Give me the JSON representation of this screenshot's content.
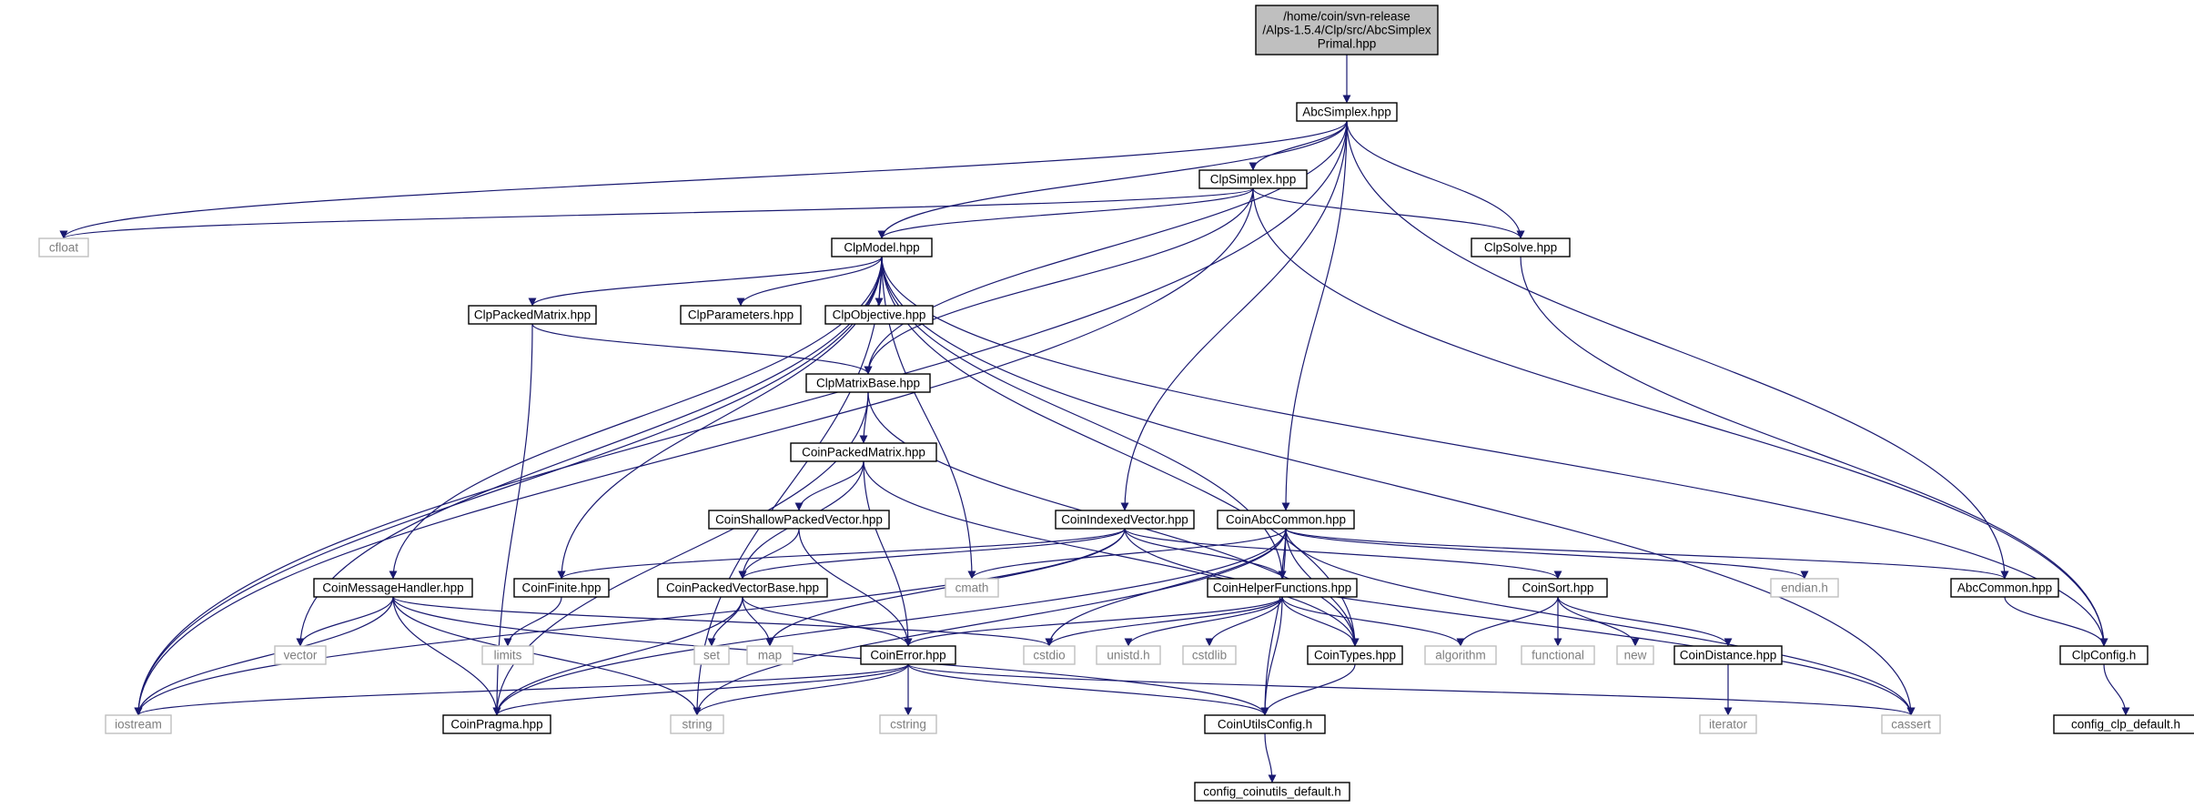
{
  "colors": {
    "edge": "#191970",
    "project_border": "#000000",
    "system_border": "#bfbfbf",
    "system_text": "#7f7f7f",
    "root_fill": "#bfbfbf"
  },
  "nodes": [
    {
      "id": "root",
      "lines": [
        "/home/coin/svn-release",
        "/Alps-1.5.4/Clp/src/AbcSimplex",
        "Primal.hpp"
      ],
      "kind": "root"
    },
    {
      "id": "abcsimplex",
      "lines": [
        "AbcSimplex.hpp"
      ],
      "kind": "project"
    },
    {
      "id": "clpsimplex",
      "lines": [
        "ClpSimplex.hpp"
      ],
      "kind": "project"
    },
    {
      "id": "cfloat",
      "lines": [
        "cfloat"
      ],
      "kind": "system"
    },
    {
      "id": "clpsolve",
      "lines": [
        "ClpSolve.hpp"
      ],
      "kind": "project"
    },
    {
      "id": "clpmodel",
      "lines": [
        "ClpModel.hpp"
      ],
      "kind": "project"
    },
    {
      "id": "clppackedmatrix",
      "lines": [
        "ClpPackedMatrix.hpp"
      ],
      "kind": "project"
    },
    {
      "id": "clpparameters",
      "lines": [
        "ClpParameters.hpp"
      ],
      "kind": "project"
    },
    {
      "id": "clpobjective",
      "lines": [
        "ClpObjective.hpp"
      ],
      "kind": "project"
    },
    {
      "id": "clpmatrixbase",
      "lines": [
        "ClpMatrixBase.hpp"
      ],
      "kind": "project"
    },
    {
      "id": "coinpackedmatrix",
      "lines": [
        "CoinPackedMatrix.hpp"
      ],
      "kind": "project"
    },
    {
      "id": "coinshallow",
      "lines": [
        "CoinShallowPackedVector.hpp"
      ],
      "kind": "project"
    },
    {
      "id": "coinindexedvector",
      "lines": [
        "CoinIndexedVector.hpp"
      ],
      "kind": "project"
    },
    {
      "id": "coinabccommon",
      "lines": [
        "CoinAbcCommon.hpp"
      ],
      "kind": "project"
    },
    {
      "id": "coinmessagehandler",
      "lines": [
        "CoinMessageHandler.hpp"
      ],
      "kind": "project"
    },
    {
      "id": "coinfinite",
      "lines": [
        "CoinFinite.hpp"
      ],
      "kind": "project"
    },
    {
      "id": "coinpackedvectorbase",
      "lines": [
        "CoinPackedVectorBase.hpp"
      ],
      "kind": "project"
    },
    {
      "id": "cmath",
      "lines": [
        "cmath"
      ],
      "kind": "system"
    },
    {
      "id": "coinhelper",
      "lines": [
        "CoinHelperFunctions.hpp"
      ],
      "kind": "project"
    },
    {
      "id": "coinsort",
      "lines": [
        "CoinSort.hpp"
      ],
      "kind": "project"
    },
    {
      "id": "endian",
      "lines": [
        "endian.h"
      ],
      "kind": "system"
    },
    {
      "id": "abccommon",
      "lines": [
        "AbcCommon.hpp"
      ],
      "kind": "project"
    },
    {
      "id": "limits",
      "lines": [
        "limits"
      ],
      "kind": "system"
    },
    {
      "id": "vector",
      "lines": [
        "vector"
      ],
      "kind": "system"
    },
    {
      "id": "set",
      "lines": [
        "set"
      ],
      "kind": "system"
    },
    {
      "id": "map",
      "lines": [
        "map"
      ],
      "kind": "system"
    },
    {
      "id": "coinerror",
      "lines": [
        "CoinError.hpp"
      ],
      "kind": "project"
    },
    {
      "id": "cstdio",
      "lines": [
        "cstdio"
      ],
      "kind": "system"
    },
    {
      "id": "unistd",
      "lines": [
        "unistd.h"
      ],
      "kind": "system"
    },
    {
      "id": "cstdlib",
      "lines": [
        "cstdlib"
      ],
      "kind": "system"
    },
    {
      "id": "cointypes",
      "lines": [
        "CoinTypes.hpp"
      ],
      "kind": "project"
    },
    {
      "id": "algorithm",
      "lines": [
        "algorithm"
      ],
      "kind": "system"
    },
    {
      "id": "functional",
      "lines": [
        "functional"
      ],
      "kind": "system"
    },
    {
      "id": "new",
      "lines": [
        "new"
      ],
      "kind": "system"
    },
    {
      "id": "coindistance",
      "lines": [
        "CoinDistance.hpp"
      ],
      "kind": "project"
    },
    {
      "id": "clpconfig",
      "lines": [
        "ClpConfig.h"
      ],
      "kind": "project"
    },
    {
      "id": "iostream",
      "lines": [
        "iostream"
      ],
      "kind": "system"
    },
    {
      "id": "coinpragma",
      "lines": [
        "CoinPragma.hpp"
      ],
      "kind": "project"
    },
    {
      "id": "string",
      "lines": [
        "string"
      ],
      "kind": "system"
    },
    {
      "id": "cstring",
      "lines": [
        "cstring"
      ],
      "kind": "system"
    },
    {
      "id": "coinutilsconfig",
      "lines": [
        "CoinUtilsConfig.h"
      ],
      "kind": "project"
    },
    {
      "id": "cassert",
      "lines": [
        "cassert"
      ],
      "kind": "system"
    },
    {
      "id": "iterator",
      "lines": [
        "iterator"
      ],
      "kind": "system"
    },
    {
      "id": "configclp",
      "lines": [
        "config_clp_default.h"
      ],
      "kind": "project"
    },
    {
      "id": "configcoinutils",
      "lines": [
        "config_coinutils_default.h"
      ],
      "kind": "project"
    }
  ],
  "edges": [
    [
      "root",
      "abcsimplex"
    ],
    [
      "abcsimplex",
      "clpsimplex"
    ],
    [
      "abcsimplex",
      "cfloat"
    ],
    [
      "abcsimplex",
      "clpsolve"
    ],
    [
      "abcsimplex",
      "clpmodel"
    ],
    [
      "abcsimplex",
      "clpmatrixbase"
    ],
    [
      "abcsimplex",
      "coinindexedvector"
    ],
    [
      "abcsimplex",
      "coinabccommon"
    ],
    [
      "abcsimplex",
      "abccommon"
    ],
    [
      "abcsimplex",
      "iostream"
    ],
    [
      "clpsimplex",
      "cfloat"
    ],
    [
      "clpsimplex",
      "clpsolve"
    ],
    [
      "clpsimplex",
      "clpmodel"
    ],
    [
      "clpsimplex",
      "clpmatrixbase"
    ],
    [
      "clpsimplex",
      "clpconfig"
    ],
    [
      "clpsimplex",
      "iostream"
    ],
    [
      "clpsolve",
      "clpconfig"
    ],
    [
      "clpmodel",
      "clppackedmatrix"
    ],
    [
      "clpmodel",
      "clpparameters"
    ],
    [
      "clpmodel",
      "clpobjective"
    ],
    [
      "clpmodel",
      "coinmessagehandler"
    ],
    [
      "clpmodel",
      "coinfinite"
    ],
    [
      "clpmodel",
      "cmath"
    ],
    [
      "clpmodel",
      "coinhelper"
    ],
    [
      "clpmodel",
      "cointypes"
    ],
    [
      "clpmodel",
      "vector"
    ],
    [
      "clpmodel",
      "iostream"
    ],
    [
      "clpmodel",
      "string"
    ],
    [
      "clpmodel",
      "cassert"
    ],
    [
      "clpmodel",
      "clpconfig"
    ],
    [
      "clppackedmatrix",
      "clpmatrixbase"
    ],
    [
      "clppackedmatrix",
      "coinpragma"
    ],
    [
      "clpmatrixbase",
      "coinpackedmatrix"
    ],
    [
      "clpmatrixbase",
      "cointypes"
    ],
    [
      "clpmatrixbase",
      "coinpragma"
    ],
    [
      "coinpackedmatrix",
      "coinshallow"
    ],
    [
      "coinpackedmatrix",
      "coinpackedvectorbase"
    ],
    [
      "coinpackedmatrix",
      "coinerror"
    ],
    [
      "coinpackedmatrix",
      "cointypes"
    ],
    [
      "coinshallow",
      "coinpackedvectorbase"
    ],
    [
      "coinshallow",
      "coinerror"
    ],
    [
      "coinindexedvector",
      "coinfinite"
    ],
    [
      "coinindexedvector",
      "coinpackedvectorbase"
    ],
    [
      "coinindexedvector",
      "coinhelper"
    ],
    [
      "coinindexedvector",
      "coinsort"
    ],
    [
      "coinindexedvector",
      "map"
    ],
    [
      "coinindexedvector",
      "iostream"
    ],
    [
      "coinindexedvector",
      "cassert"
    ],
    [
      "coinabccommon",
      "cmath"
    ],
    [
      "coinabccommon",
      "coinhelper"
    ],
    [
      "coinabccommon",
      "cointypes"
    ],
    [
      "coinabccommon",
      "endian"
    ],
    [
      "coinabccommon",
      "abccommon"
    ],
    [
      "coinabccommon",
      "cstdio"
    ],
    [
      "coinabccommon",
      "string"
    ],
    [
      "coinabccommon",
      "coinpragma"
    ],
    [
      "coinabccommon",
      "cassert"
    ],
    [
      "coinabccommon",
      "coinutilsconfig"
    ],
    [
      "coinmessagehandler",
      "vector"
    ],
    [
      "coinmessagehandler",
      "cstdio"
    ],
    [
      "coinmessagehandler",
      "iostream"
    ],
    [
      "coinmessagehandler",
      "coinpragma"
    ],
    [
      "coinmessagehandler",
      "string"
    ],
    [
      "coinmessagehandler",
      "coinutilsconfig"
    ],
    [
      "coinfinite",
      "limits"
    ],
    [
      "coinpackedvectorbase",
      "set"
    ],
    [
      "coinpackedvectorbase",
      "map"
    ],
    [
      "coinpackedvectorbase",
      "coinerror"
    ],
    [
      "coinpackedvectorbase",
      "coinpragma"
    ],
    [
      "coinhelper",
      "coinerror"
    ],
    [
      "coinhelper",
      "cstdio"
    ],
    [
      "coinhelper",
      "unistd"
    ],
    [
      "coinhelper",
      "cstdlib"
    ],
    [
      "coinhelper",
      "cointypes"
    ],
    [
      "coinhelper",
      "algorithm"
    ],
    [
      "coinhelper",
      "coinutilsconfig"
    ],
    [
      "coinsort",
      "algorithm"
    ],
    [
      "coinsort",
      "functional"
    ],
    [
      "coinsort",
      "new"
    ],
    [
      "coinsort",
      "coindistance"
    ],
    [
      "coindistance",
      "iterator"
    ],
    [
      "abccommon",
      "clpconfig"
    ],
    [
      "clpconfig",
      "configclp"
    ],
    [
      "coinerror",
      "iostream"
    ],
    [
      "coinerror",
      "coinpragma"
    ],
    [
      "coinerror",
      "string"
    ],
    [
      "coinerror",
      "cstring"
    ],
    [
      "coinerror",
      "coinutilsconfig"
    ],
    [
      "coinerror",
      "cassert"
    ],
    [
      "cointypes",
      "coinutilsconfig"
    ],
    [
      "coinutilsconfig",
      "configcoinutils"
    ]
  ]
}
